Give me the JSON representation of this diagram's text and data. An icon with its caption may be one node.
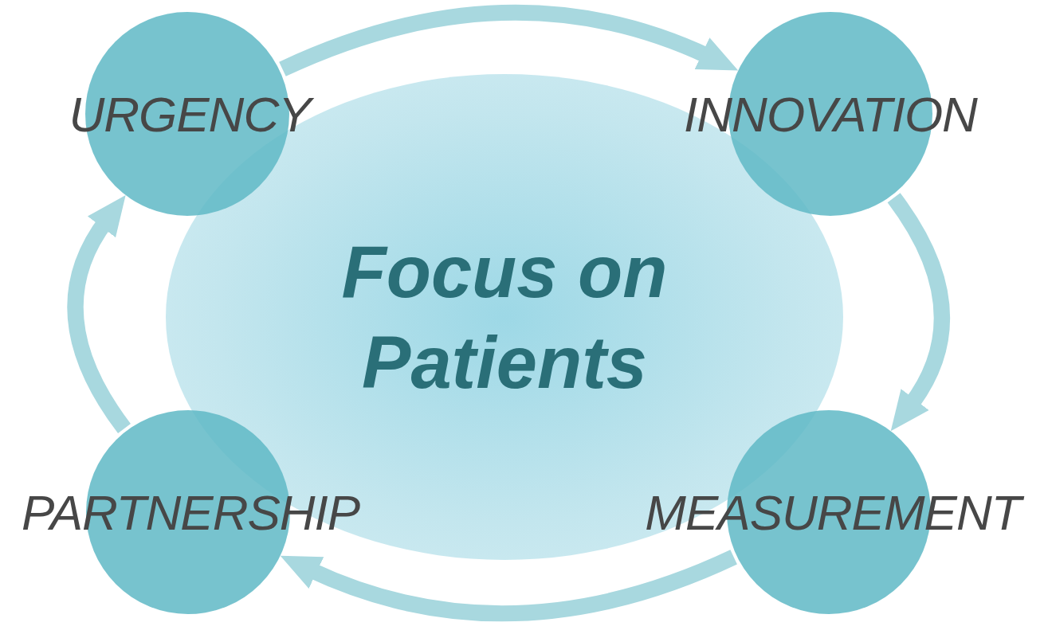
{
  "diagram": {
    "nodes": [
      {
        "text": [
          "Focus on Patients"
        ]
      },
      {
        "text": [
          "URGENCY"
        ]
      },
      {
        "text": [
          "INNOVATION"
        ]
      },
      {
        "text": [
          "MEASUREMENT"
        ]
      },
      {
        "text": [
          "PARTNERSHIP"
        ]
      }
    ],
    "edges": [
      {
        "from": 1,
        "to": 2,
        "arrow": "to"
      },
      {
        "from": 2,
        "to": 3,
        "arrow": "to"
      },
      {
        "from": 3,
        "to": 4,
        "arrow": "to"
      },
      {
        "from": 4,
        "to": 1,
        "arrow": "to"
      }
    ]
  }
}
